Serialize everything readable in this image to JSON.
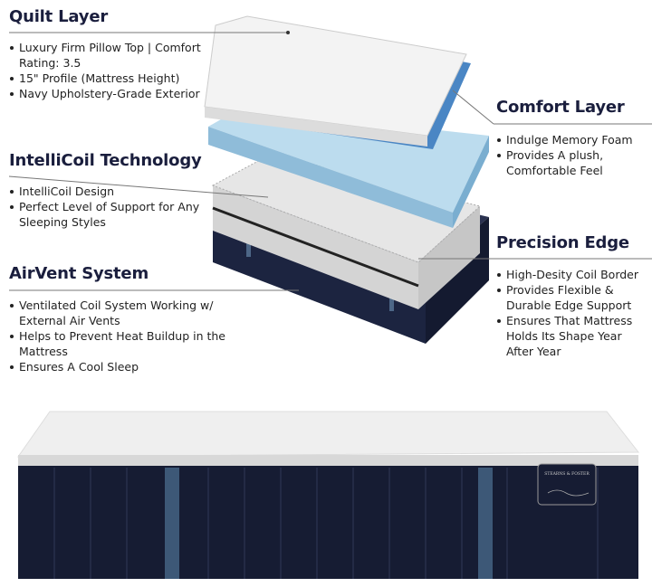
{
  "sections": {
    "quilt": {
      "title": "Quilt Layer",
      "bullets": [
        "Luxury Firm Pillow Top | Comfort Rating: 3.5",
        "15\" Profile (Mattress Height)",
        "Navy Upholstery-Grade Exterior"
      ]
    },
    "intellicoil": {
      "title": "IntelliCoil Technology",
      "bullets": [
        "IntelliCoil Design",
        "Perfect Level of Support for Any Sleeping Styles"
      ]
    },
    "airvent": {
      "title": "AirVent System",
      "bullets": [
        "Ventilated Coil System Working w/ External Air Vents",
        "Helps to Prevent Heat Buildup in the Mattress",
        "Ensures A Cool Sleep"
      ]
    },
    "comfort": {
      "title": "Comfort Layer",
      "bullets": [
        "Indulge Memory Foam",
        "Provides A plush, Comfortable Feel"
      ]
    },
    "edge": {
      "title": "Precision Edge",
      "bullets": [
        "High-Desity Coil Border",
        "Provides Flexible & Durable Edge Support",
        "Ensures That Mattress Holds Its Shape Year After Year"
      ]
    }
  },
  "brand_label": "STEARNS & FOSTER",
  "colors": {
    "navy": "#1a1e3d",
    "foam": "#a9cfe6",
    "quilt": "#f2f2f2"
  }
}
